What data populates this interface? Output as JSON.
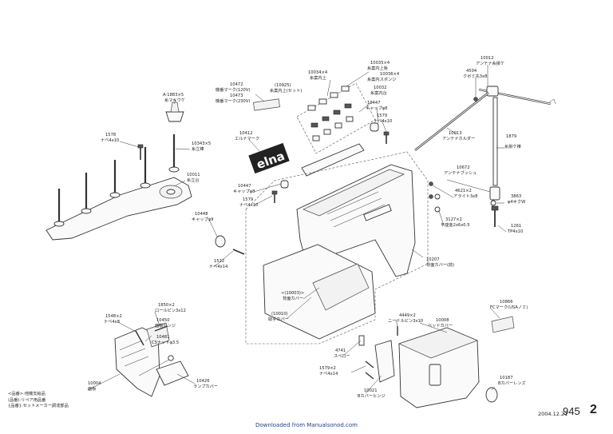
{
  "labels": {
    "l10012": "10012",
    "l10012n": "アンテナ糸掛ケ",
    "l4504": "4504",
    "l4504n": "クボミ先3x8",
    "l10013": "10013",
    "l10013n": "アンテナホルダー",
    "l1879": "1879",
    "l1879n": "糸掛ケ棒",
    "l10672": "10672",
    "l10672n": "アンテナブッシュ",
    "l4621": "4621×2",
    "l4621n": "アライト3x8",
    "l3863": "3863",
    "l3863n": "φ4キクW",
    "l1261": "1261",
    "l1261n": "TP4x10",
    "l3127": "3127×2",
    "l3127n": "平座金2x6x0.5",
    "l10207": "10207",
    "l10207n": "背面カバー(前)",
    "l10035": "10035×4",
    "l10035n": "糸案内上板",
    "l10036": "10036×4",
    "l10036n": "糸案内スポンジ",
    "l10032": "10032",
    "l10032n": "糸案内台",
    "l10447a": "10447",
    "l10447an": "キャップφ8",
    "l1579a": "1579",
    "l1579an": "ナベ4x10",
    "l10034": "10034×4",
    "l10034n": "糸案内上",
    "l10925": "(10925)",
    "l10925n": "糸案内上(セット)",
    "l10472": "10472",
    "l10472n": "機番マーク(120V)",
    "l10473": "10473",
    "l10473n": "機番マーク(230V)",
    "l10412": "10412",
    "l10412n": "エルナマーク",
    "logo": "elna",
    "l1883": "A-1883×5",
    "l1883n": "糸マキウケ",
    "l1578": "1578",
    "l1578n": "ナベ4x10",
    "l10343": "10343×5",
    "l10343n": "糸立棒",
    "l10011": "10011",
    "l10011n": "糸立台",
    "l10447b": "10447",
    "l10447bn": "キャップφ8",
    "l1579b": "1579",
    "l1579bn": "ナベ4x10",
    "l10448": "10448",
    "l10448n": "キャップφ9",
    "l1522": "1522",
    "l1522n": "ナベ4x14",
    "l10003": "<(10003)>",
    "l10003n": "背面カバー",
    "l10010": "(10010)",
    "l10010n": "取手カバー",
    "l1850": "1850×2",
    "l1850n": "ロールピン3x12",
    "l1548": "1548×2",
    "l1548n": "ナベ4x8",
    "l10450": "10450",
    "l10450n": "面板ヒンジ",
    "l10481": "10481",
    "l10481n": "CSナットφ3.5",
    "l10004": "10004",
    "l10004n": "面板",
    "l10426": "10426",
    "l10426n": "ランプカバー",
    "l4449": "4449×2",
    "l4449n": "ニードルピン3x10",
    "l10008": "10008",
    "l10008n": "ベッドカバー",
    "l10866": "10866",
    "l10866n": "FCマーク(USAノミ)",
    "l4741": "4741",
    "l4741n": "スペロー",
    "l1579c": "1579×2",
    "l1579cn": "ナベ4x14",
    "l10021": "10021",
    "l10021n": "Bカバーヒンジ",
    "l10187": "10187",
    "l10187n": "Bカバーレンズ"
  },
  "legend": {
    "line1": "<品番>:他機支給品",
    "line2": "(品番):リペア用品番",
    "line3": "{品番}:セットメーカー調達部品"
  },
  "meta": {
    "date": "2004.12.21",
    "sheet_number": "945",
    "page_number": "2",
    "footer": "Downloaded from Manualsonod.com"
  }
}
